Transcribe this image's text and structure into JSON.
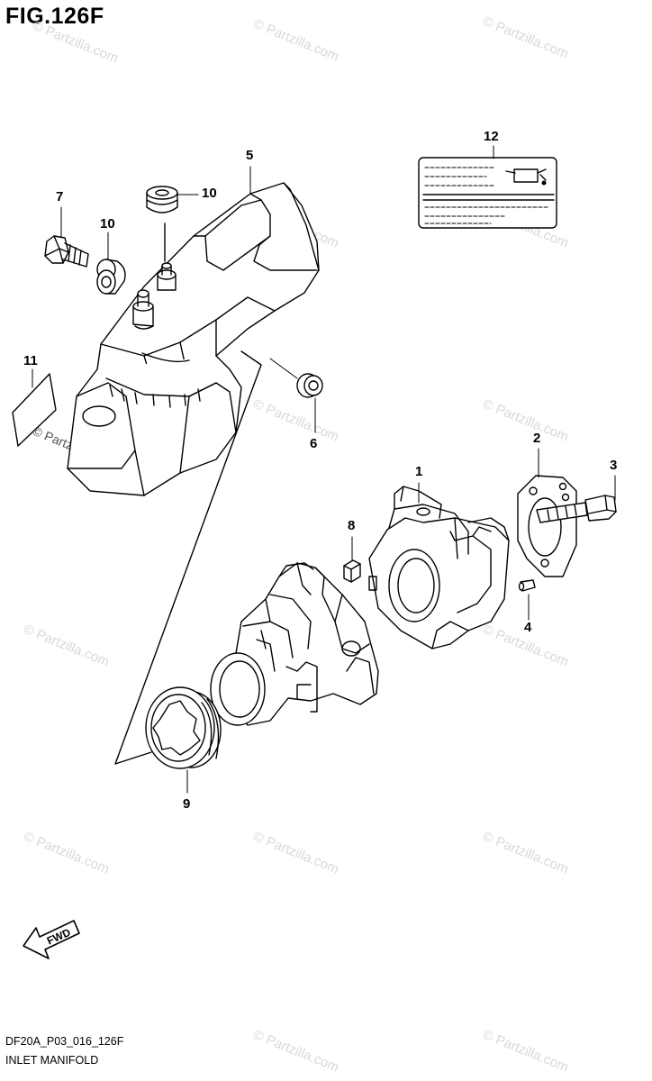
{
  "figure": {
    "title": "FIG.126F"
  },
  "watermark": {
    "text": "© Partzilla.com"
  },
  "callouts": [
    "1",
    "2",
    "3",
    "4",
    "5",
    "6",
    "7",
    "8",
    "9",
    "10",
    "10",
    "11",
    "12"
  ],
  "fwd_label": "FWD",
  "footer": {
    "code": "DF20A_P03_016_126F",
    "caption": "INLET MANIFOLD"
  }
}
